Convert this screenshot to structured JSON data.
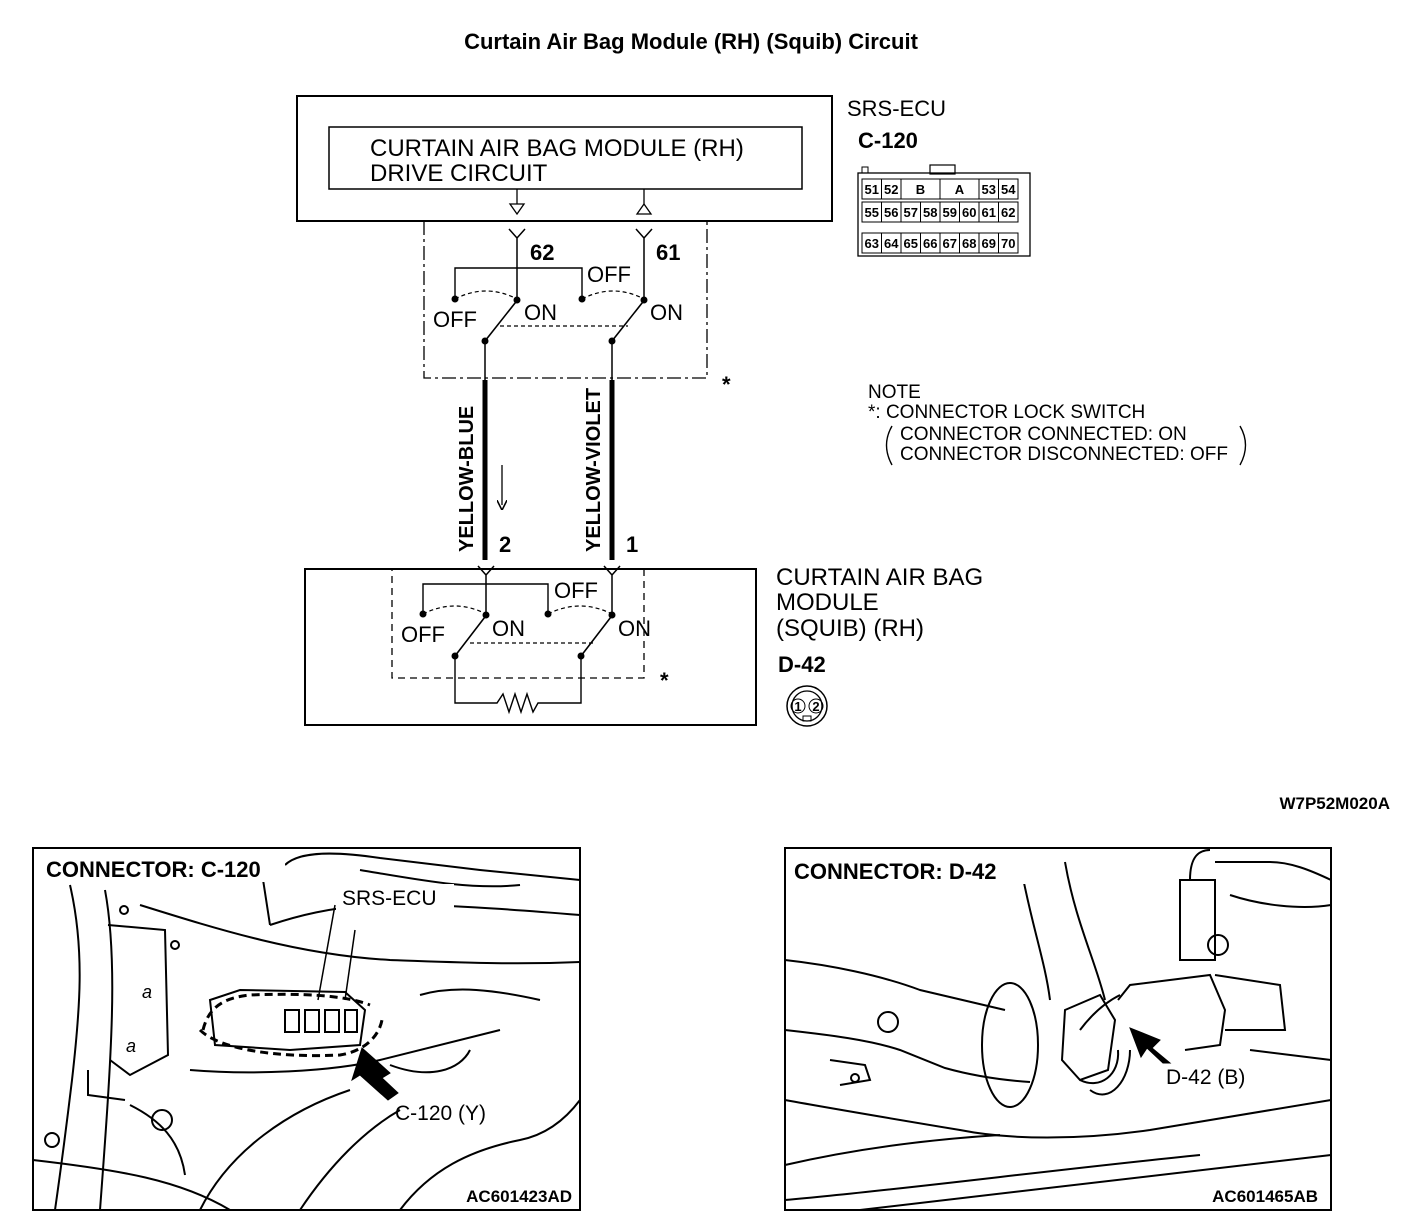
{
  "title": "Curtain Air Bag Module (RH) (Squib) Circuit",
  "ecu": {
    "name": "SRS-ECU",
    "connector": "C-120",
    "drive_circuit_line1": "CURTAIN AIR BAG MODULE (RH)",
    "drive_circuit_line2": "DRIVE CIRCUIT",
    "pins": [
      "51",
      "52",
      "B",
      "A",
      "53",
      "54",
      "55",
      "56",
      "57",
      "58",
      "59",
      "60",
      "61",
      "62",
      "63",
      "64",
      "65",
      "66",
      "67",
      "68",
      "69",
      "70"
    ]
  },
  "terminals": {
    "ecu_left": "62",
    "ecu_right": "61",
    "module_left": "2",
    "module_right": "1"
  },
  "switch_labels": {
    "off": "OFF",
    "on": "ON"
  },
  "star": "*",
  "wires": {
    "left": "YELLOW-BLUE",
    "right": "YELLOW-VIOLET"
  },
  "module": {
    "line1": "CURTAIN AIR BAG",
    "line2": "MODULE",
    "line3": "(SQUIB) (RH)",
    "connector": "D-42",
    "pins": [
      "1",
      "2"
    ]
  },
  "note": {
    "heading": "NOTE",
    "line1": "*: CONNECTOR LOCK SWITCH",
    "line2": "CONNECTOR CONNECTED: ON",
    "line3": "CONNECTOR DISCONNECTED: OFF"
  },
  "diagram_code": "W7P52M020A",
  "photo_left": {
    "heading": "CONNECTOR: C-120",
    "label_ecu": "SRS-ECU",
    "label_conn": "C-120 (Y)",
    "code": "AC601423AD"
  },
  "photo_right": {
    "heading": "CONNECTOR: D-42",
    "label_conn": "D-42 (B)",
    "code": "AC601465AB"
  }
}
